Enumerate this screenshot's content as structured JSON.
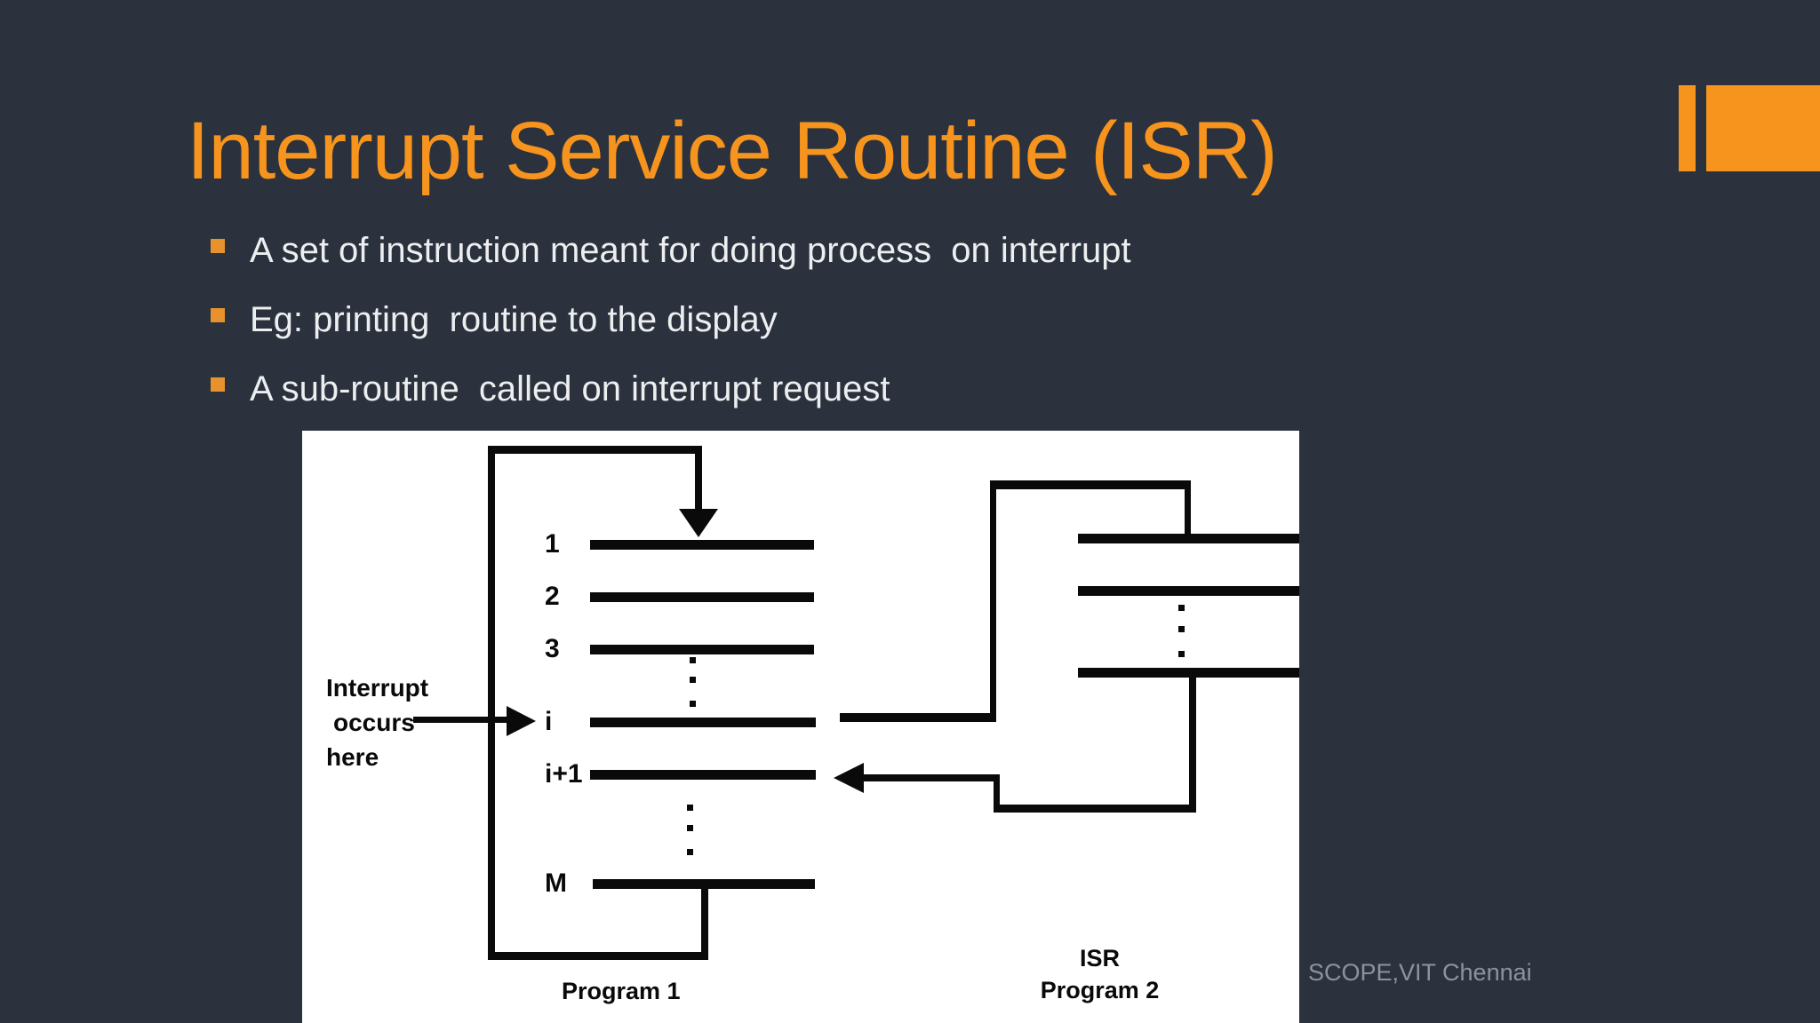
{
  "slide": {
    "title": "Interrupt Service Routine (ISR)",
    "bullets": [
      "A set of instruction meant for doing process  on interrupt",
      "Eg: printing  routine to the display",
      "A sub-routine  called on interrupt request"
    ],
    "footer": "SCOPE,VIT Chennai"
  },
  "diagram": {
    "program1": {
      "line_labels": [
        "1",
        "2",
        "3",
        "i",
        "i+1",
        "M"
      ],
      "caption": "Program 1",
      "interrupt_note_line1": "Interrupt",
      "interrupt_note_line2": "occurs",
      "interrupt_note_line3": "here"
    },
    "program2": {
      "caption_line1": "ISR",
      "caption_line2": "Program 2"
    }
  },
  "colors": {
    "background": "#2B323D",
    "accent_orange": "#F7941E",
    "bullet_square": "#E8922E",
    "body_text": "#EDEEF0",
    "footer_text": "#8D939C",
    "diagram_background": "#FFFFFF",
    "diagram_ink": "#0A0A0A"
  }
}
